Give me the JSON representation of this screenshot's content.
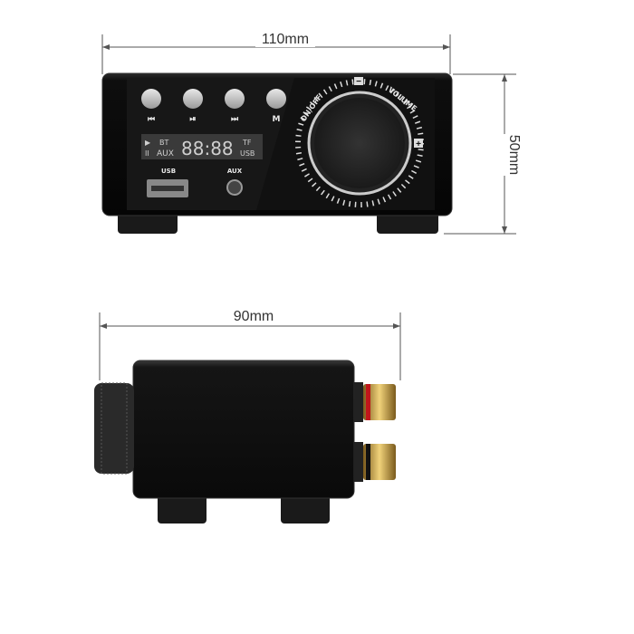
{
  "dimensions": {
    "width": "110mm",
    "height": "50mm",
    "depth": "90mm"
  },
  "front_panel": {
    "buttons": [
      {
        "icon": "previous-icon",
        "glyph": "⏮"
      },
      {
        "icon": "play-pause-icon",
        "glyph": "⏯"
      },
      {
        "icon": "next-icon",
        "glyph": "⏭"
      },
      {
        "icon": "mode-icon",
        "glyph": "M"
      }
    ],
    "display": {
      "play": "▶",
      "pause": "II",
      "bt": "BT",
      "aux": "AUX",
      "digits": "88:88",
      "tf": "TF",
      "usb": "USB"
    },
    "usb_label": "USB",
    "aux_label": "AUX",
    "knob": {
      "on_off": "ON/OFF",
      "volume": "VOLUME",
      "minus": "−",
      "plus": "+"
    }
  },
  "colors": {
    "body": "#0c0c0c",
    "line": "#555555",
    "terminal_red": "#c0161b",
    "gold": "#c9a34a"
  }
}
